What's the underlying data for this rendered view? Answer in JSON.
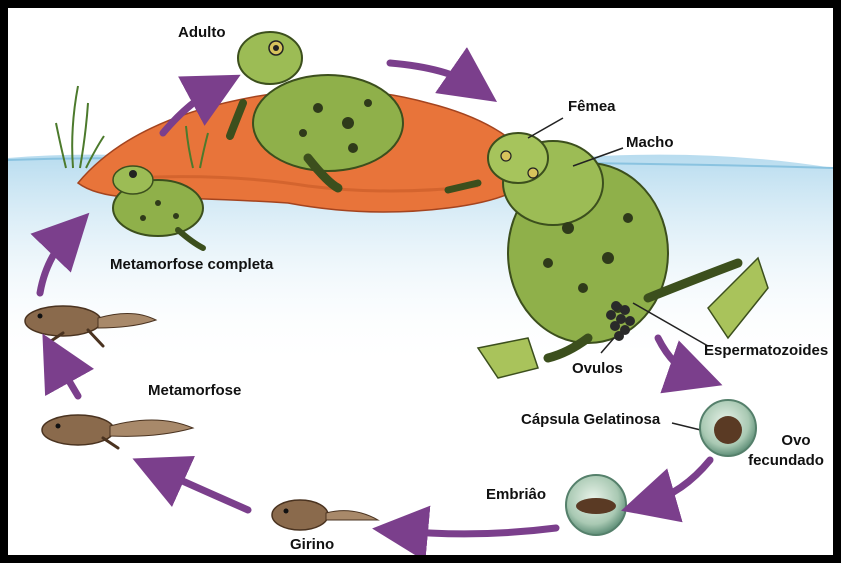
{
  "labels": {
    "adulto": "Adulto",
    "femea": "Fêmea",
    "macho": "Macho",
    "espermatozoides": "Espermatozoides",
    "ovulos": "Ovulos",
    "capsula": "Cápsula Gelatinosa",
    "ovo_line1": "Ovo",
    "ovo_line2": "fecundado",
    "embriao": "Embriâo",
    "girino": "Girino",
    "metamorfose": "Metamorfose",
    "metamorfose_completa": "Metamorfose completa"
  },
  "colors": {
    "arrow": "#7b3f8c",
    "water": "#d6ecf6",
    "island": "#e8743a",
    "frog_body": "#8fb04a",
    "frog_spots": "#2f3a1a",
    "tadpole": "#8a6a4c",
    "egg_mass": "#2a2a2a"
  }
}
